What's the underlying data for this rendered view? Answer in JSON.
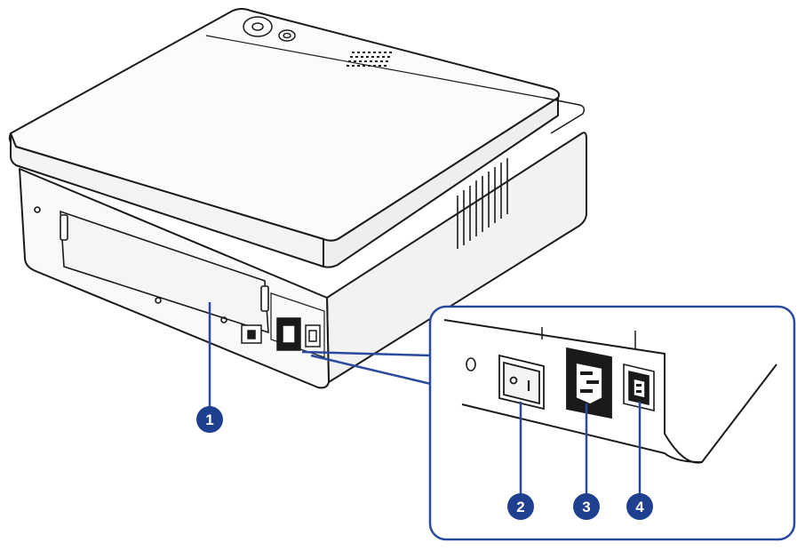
{
  "colors": {
    "outline": "#1a1a1a",
    "callout_fill": "#1f3f8f",
    "callout_line": "#2a4aa0",
    "panel_fill": "#f4f4f4",
    "top_fill": "#fafafa"
  },
  "callouts": [
    {
      "label": "1",
      "part": "rear-cover"
    },
    {
      "label": "2",
      "part": "power-switch"
    },
    {
      "label": "3",
      "part": "power-receptacle"
    },
    {
      "label": "4",
      "part": "usb-port"
    }
  ],
  "icons": [
    "power-button-icon",
    "wps-button-icon",
    "speaker-grille-icon",
    "vent-grille-icon",
    "power-switch-icon",
    "power-socket-icon",
    "usb-port-icon"
  ]
}
